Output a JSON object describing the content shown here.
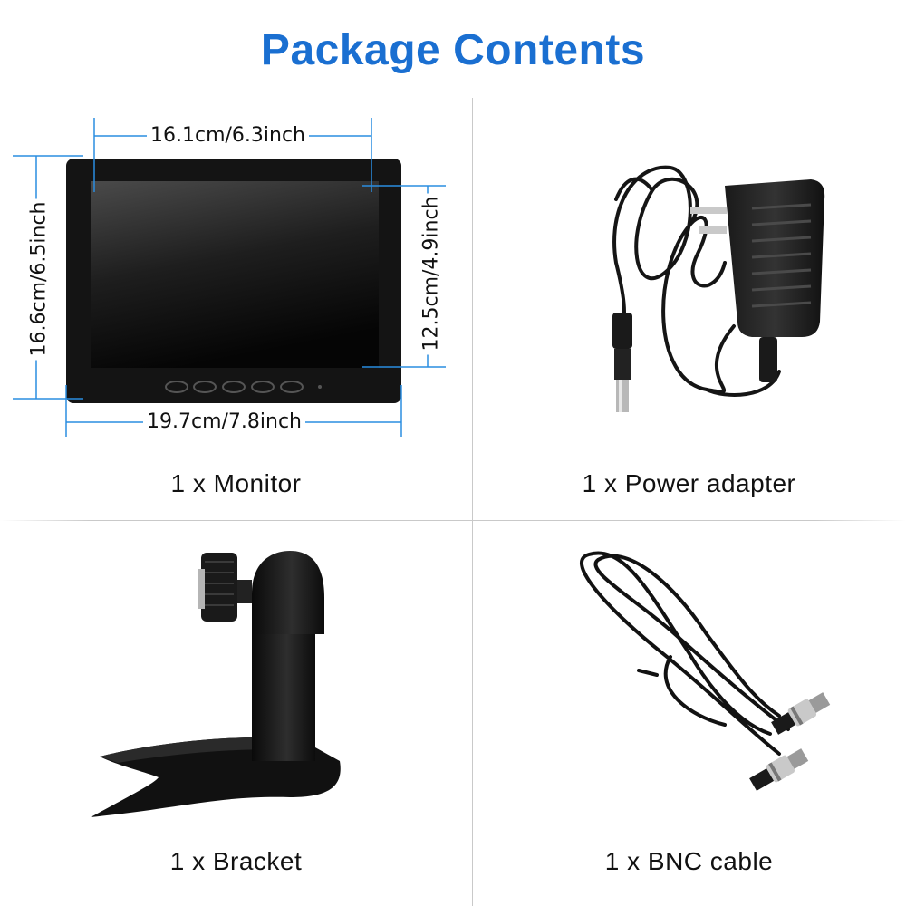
{
  "title": "Package Contents",
  "items": [
    {
      "caption": "1 x Monitor",
      "icon": "monitor-icon"
    },
    {
      "caption": "1 x Power adapter",
      "icon": "power-adapter-icon"
    },
    {
      "caption": "1 x Bracket",
      "icon": "bracket-icon"
    },
    {
      "caption": "1 x BNC cable",
      "icon": "bnc-cable-icon"
    }
  ],
  "dimensions": {
    "screen_width": "16.1cm/6.3inch",
    "overall_width": "19.7cm/7.8inch",
    "overall_height": "16.6cm/6.5inch",
    "screen_height": "12.5cm/4.9inch"
  },
  "colors": {
    "title": "#1a6fd1",
    "dimension_line": "#2a8de0"
  }
}
